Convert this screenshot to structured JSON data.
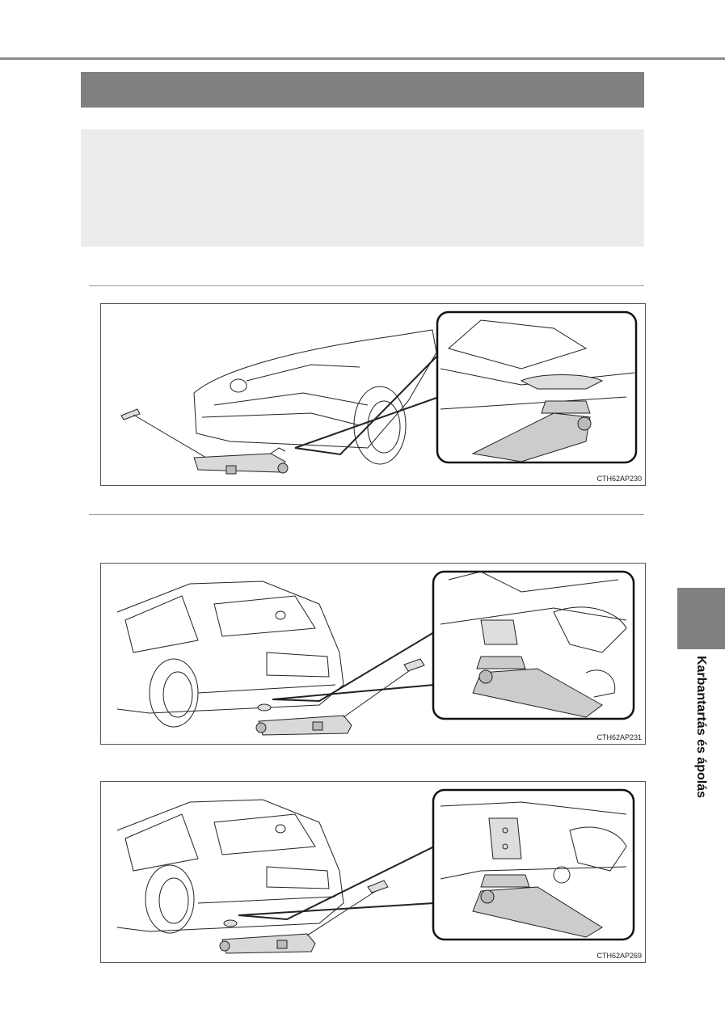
{
  "figures": [
    {
      "code": "CTH62AP230"
    },
    {
      "code": "CTH62AP231"
    },
    {
      "code": "CTH62AP269"
    }
  ],
  "side_tab": {
    "label": "Karbantartás és ápolás"
  },
  "colors": {
    "tab_gray": "#808080",
    "note_bg": "#ececec",
    "rule": "#8a8a8a"
  }
}
